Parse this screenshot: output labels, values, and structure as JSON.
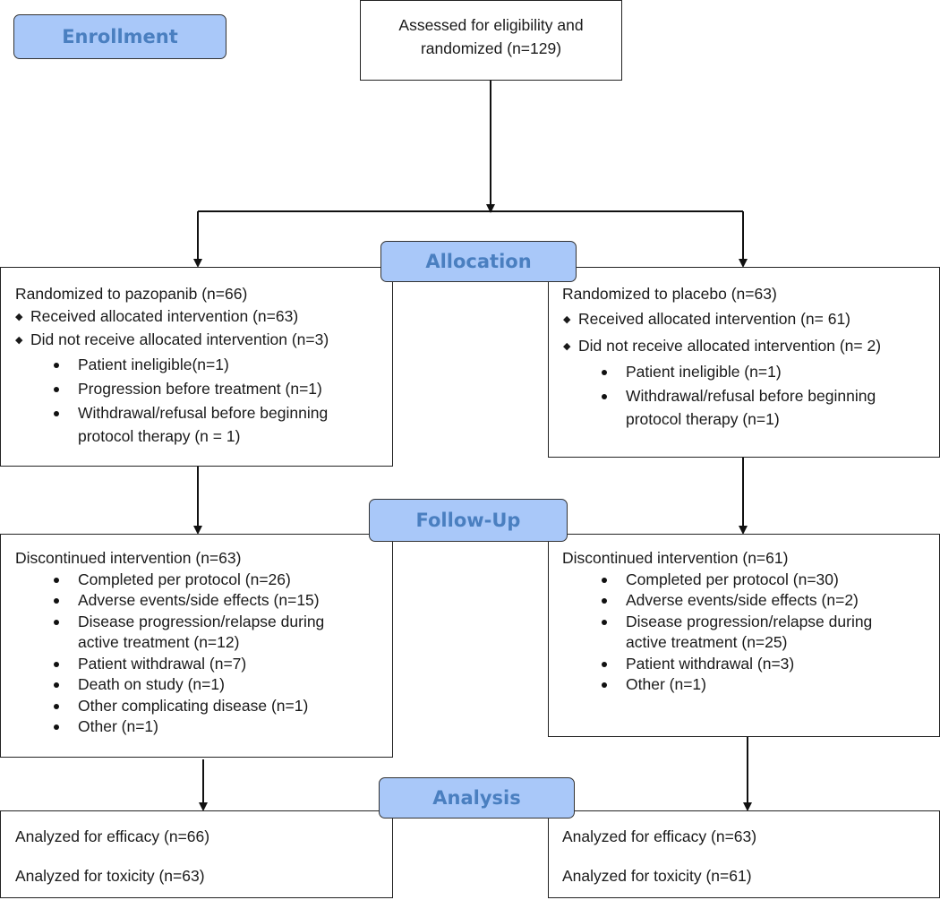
{
  "stages": {
    "enrollment": "Enrollment",
    "allocation": "Allocation",
    "followup": "Follow-Up",
    "analysis": "Analysis"
  },
  "assessed": {
    "line1": "Assessed for eligibility and",
    "line2": "randomized (n=129)"
  },
  "left_alloc": {
    "title": "Randomized to pazopanib (n=66)",
    "received": "Received allocated intervention (n=63)",
    "not_received": "Did not receive allocated intervention (n=3)",
    "items": [
      "Patient ineligible(n=1)",
      "Progression before treatment (n=1)",
      "Withdrawal/refusal before beginning",
      "protocol therapy (n = 1)"
    ]
  },
  "right_alloc": {
    "title": "Randomized to placebo (n=63)",
    "received": "Received allocated intervention (n= 61)",
    "not_received": "Did not receive allocated intervention (n= 2)",
    "items": [
      "Patient ineligible (n=1)",
      "Withdrawal/refusal before beginning",
      "protocol therapy (n=1)"
    ]
  },
  "left_followup": {
    "title": "Discontinued intervention (n=63)",
    "items": [
      "Completed per protocol (n=26)",
      "Adverse events/side effects (n=15)",
      "Disease progression/relapse during",
      "active treatment (n=12)",
      "Patient withdrawal (n=7)",
      "Death on study (n=1)",
      "Other complicating disease (n=1)",
      "Other (n=1)"
    ]
  },
  "right_followup": {
    "title": "Discontinued intervention (n=61)",
    "items": [
      "Completed per protocol (n=30)",
      "Adverse events/side effects (n=2)",
      "Disease progression/relapse during",
      "active treatment (n=25)",
      "Patient withdrawal (n=3)",
      "Other (n=1)"
    ]
  },
  "left_analysis": {
    "efficacy": "Analyzed for efficacy (n=66)",
    "toxicity": "Analyzed for toxicity (n=63)"
  },
  "right_analysis": {
    "efficacy": "Analyzed for efficacy (n=63)",
    "toxicity": "Analyzed for toxicity (n=61)"
  },
  "colors": {
    "stage_fill": "#a9c8f9",
    "stage_text": "#4a7fc0",
    "line": "#111111"
  }
}
